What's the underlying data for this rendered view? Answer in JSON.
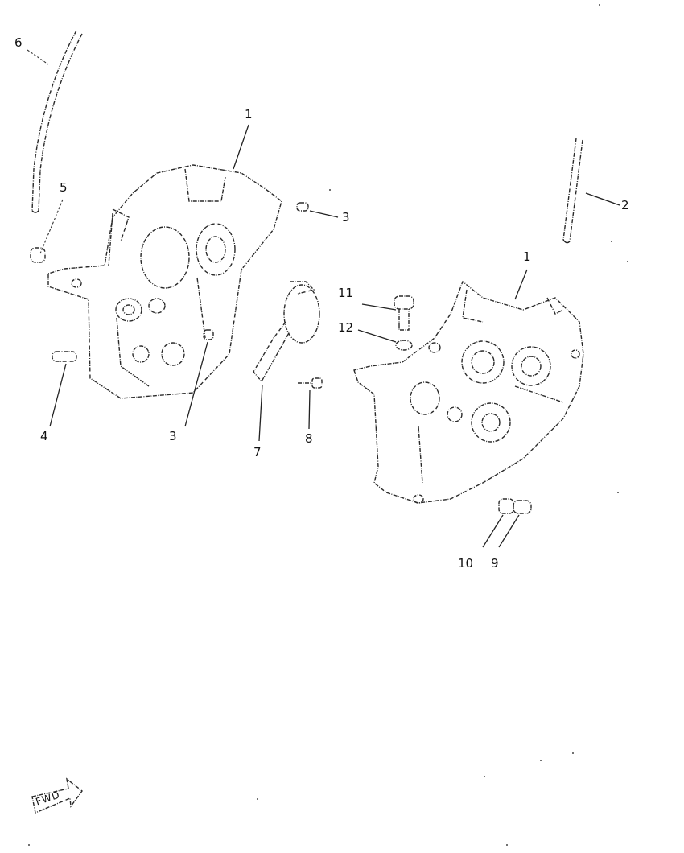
{
  "callouts": {
    "c1a": "1",
    "c1b": "1",
    "c2": "2",
    "c3a": "3",
    "c3b": "3",
    "c4": "4",
    "c5": "5",
    "c6": "6",
    "c7": "7",
    "c8": "8",
    "c9": "9",
    "c10": "10",
    "c11": "11",
    "c12": "12"
  },
  "badge": {
    "fwd_text": "FWD"
  },
  "colors": {
    "ink": "#222222",
    "paper": "#ffffff"
  }
}
